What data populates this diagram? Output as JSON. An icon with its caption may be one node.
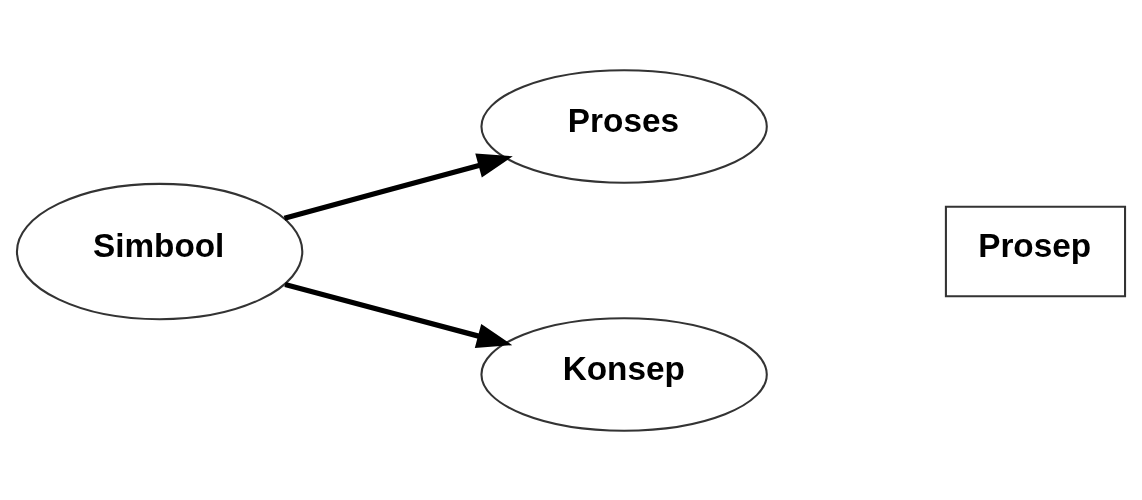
{
  "diagram": {
    "nodes": [
      {
        "text": [
          "Simbool"
        ]
      },
      {
        "text": [
          "Proses"
        ]
      },
      {
        "text": [
          "Konsep"
        ]
      },
      {
        "text": [
          "Prosep"
        ]
      }
    ],
    "edges": [
      {
        "from": 0,
        "to": 1,
        "arrow": "to"
      },
      {
        "from": 0,
        "to": 2,
        "arrow": "to"
      }
    ]
  }
}
